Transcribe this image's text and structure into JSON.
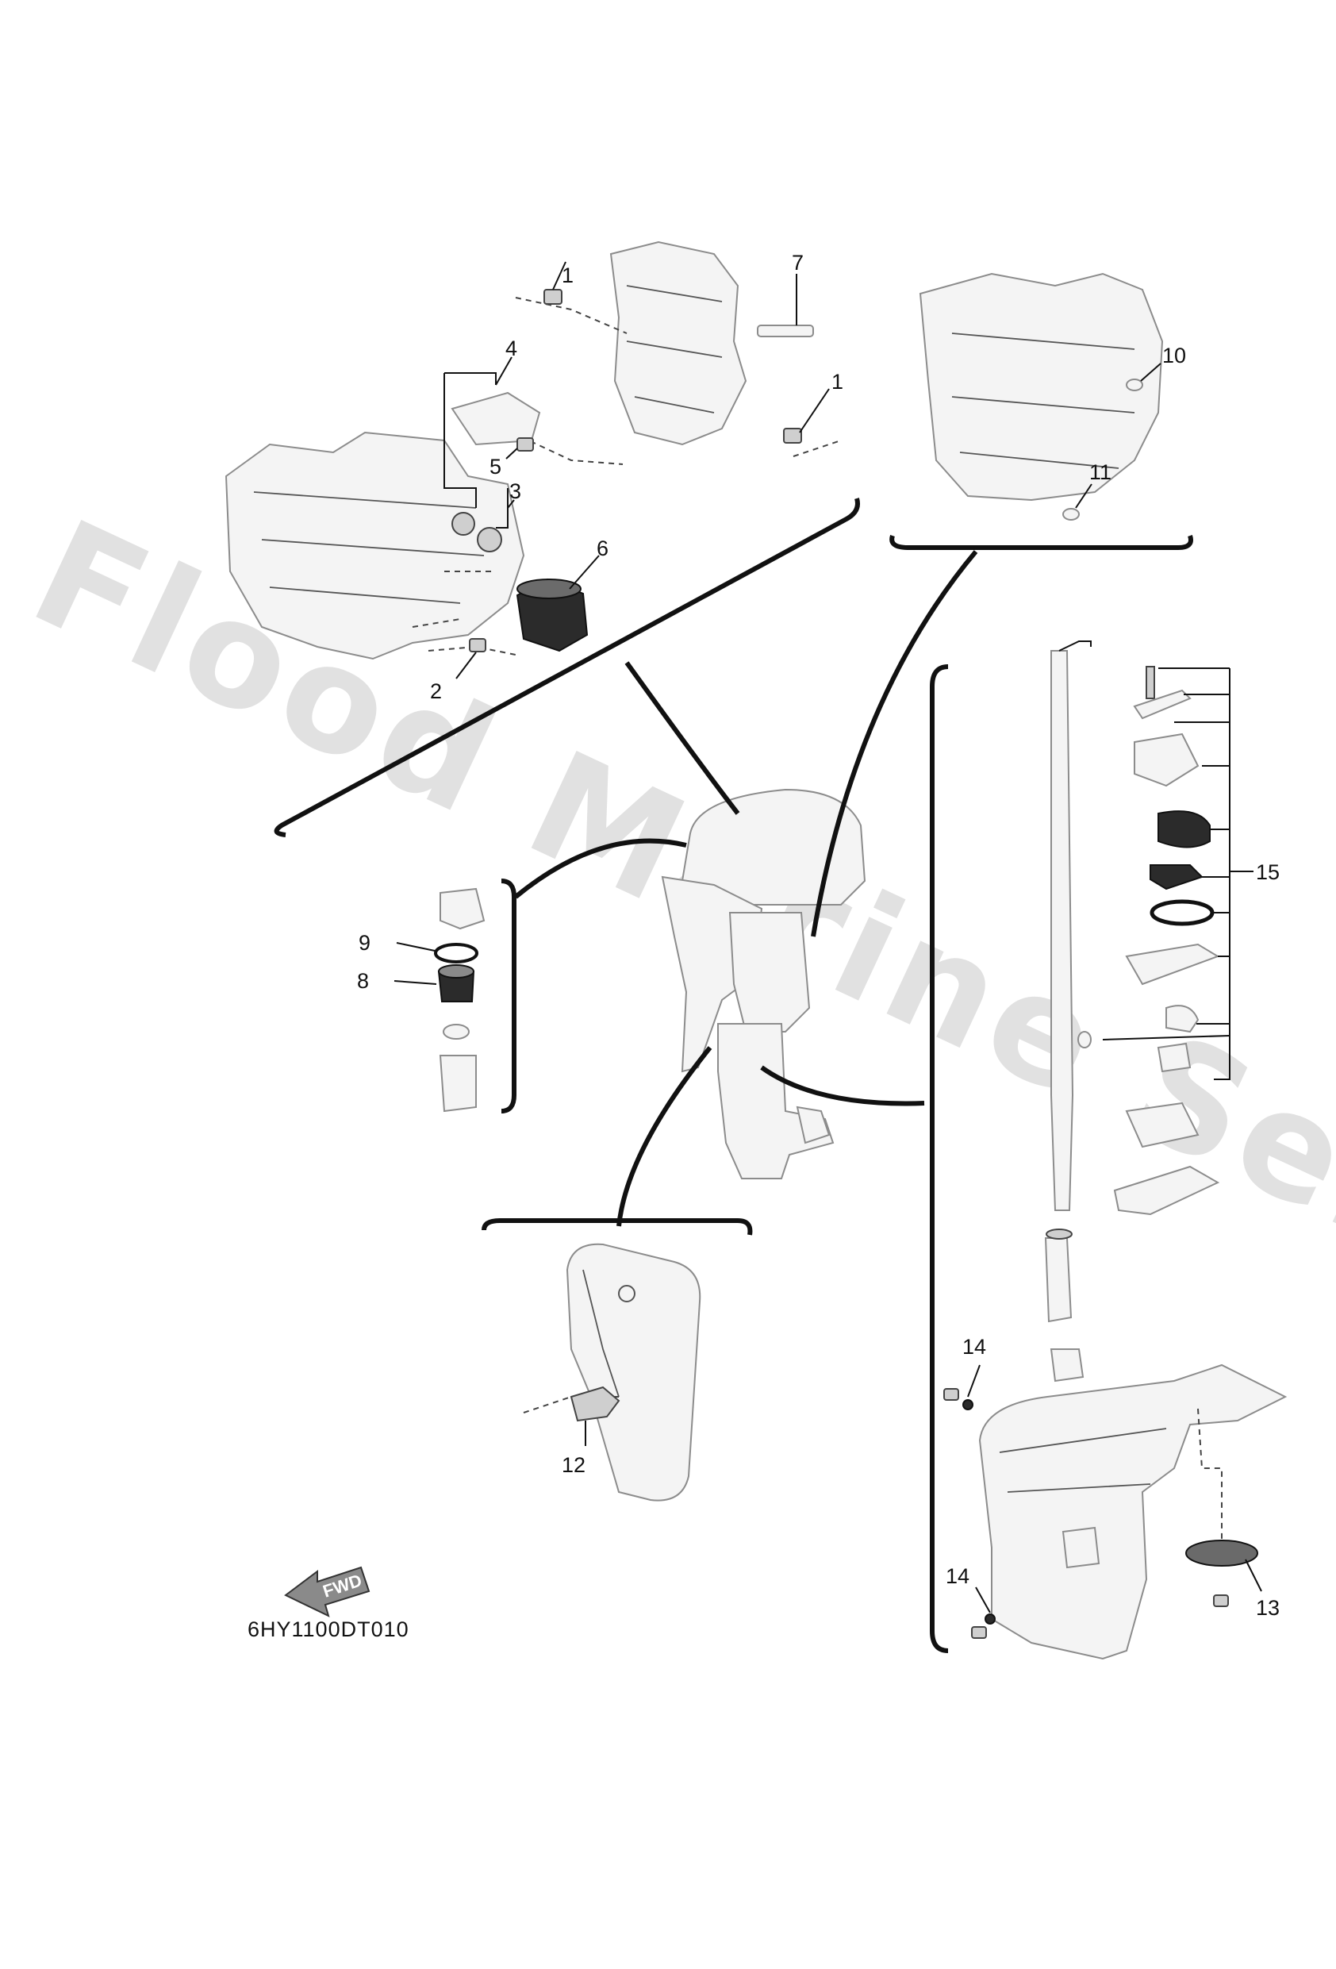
{
  "diagram": {
    "drawing_code": "6HY1100DT010",
    "watermark": "Flood Marine Services",
    "fwd_label": "FWD",
    "callouts": [
      {
        "id": "c1a",
        "label": "1"
      },
      {
        "id": "c1b",
        "label": "1"
      },
      {
        "id": "c2",
        "label": "2"
      },
      {
        "id": "c3",
        "label": "3"
      },
      {
        "id": "c4",
        "label": "4"
      },
      {
        "id": "c5",
        "label": "5"
      },
      {
        "id": "c6",
        "label": "6"
      },
      {
        "id": "c7",
        "label": "7"
      },
      {
        "id": "c8",
        "label": "8"
      },
      {
        "id": "c9",
        "label": "9"
      },
      {
        "id": "c10",
        "label": "10"
      },
      {
        "id": "c11",
        "label": "11"
      },
      {
        "id": "c12",
        "label": "12"
      },
      {
        "id": "c13",
        "label": "13"
      },
      {
        "id": "c14a",
        "label": "14"
      },
      {
        "id": "c14b",
        "label": "14"
      },
      {
        "id": "c15",
        "label": "15"
      }
    ]
  }
}
